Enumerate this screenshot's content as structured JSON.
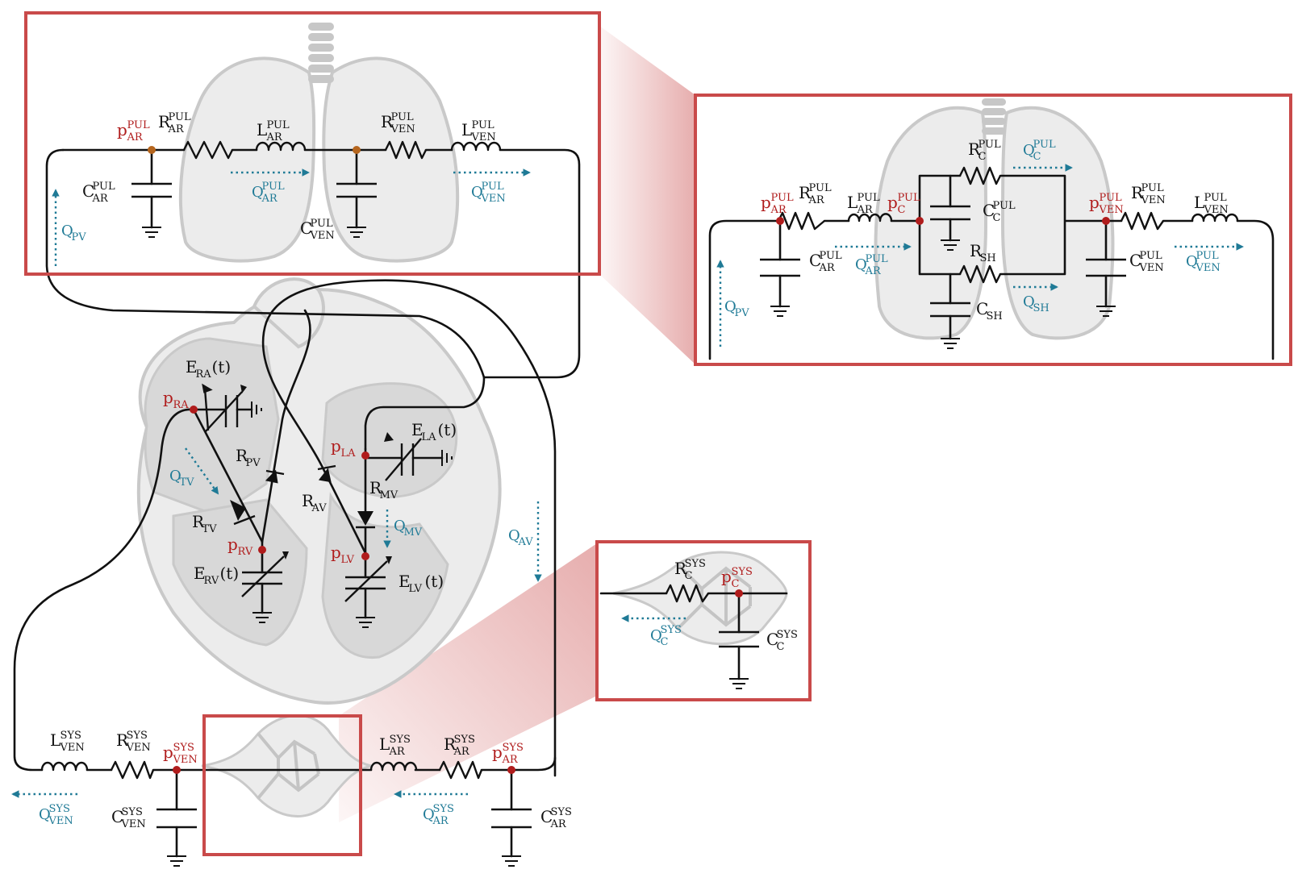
{
  "colors": {
    "wire": "#111111",
    "pressure_node": "#b01c1c",
    "flow": "#1f7a96",
    "zoom_frame": "#c94a4a",
    "organ_fill": "#e8e8e8"
  },
  "pulmonary": {
    "p_AR": {
      "base": "p",
      "sub": "AR",
      "sup": "PUL"
    },
    "R_AR": {
      "base": "R",
      "sub": "AR",
      "sup": "PUL"
    },
    "L_AR": {
      "base": "L",
      "sub": "AR",
      "sup": "PUL"
    },
    "R_VEN": {
      "base": "R",
      "sub": "VEN",
      "sup": "PUL"
    },
    "L_VEN": {
      "base": "L",
      "sub": "VEN",
      "sup": "PUL"
    },
    "C_AR": {
      "base": "C",
      "sub": "AR",
      "sup": "PUL"
    },
    "C_VEN": {
      "base": "C",
      "sub": "VEN",
      "sup": "PUL"
    },
    "Q_AR": {
      "base": "Q",
      "sub": "AR",
      "sup": "PUL"
    },
    "Q_VEN": {
      "base": "Q",
      "sub": "VEN",
      "sup": "PUL"
    },
    "Q_PV": {
      "base": "Q",
      "sub": "PV",
      "sup": ""
    }
  },
  "pulmonary_zoom": {
    "p_AR": {
      "base": "p",
      "sub": "AR",
      "sup": "PUL"
    },
    "R_AR": {
      "base": "R",
      "sub": "AR",
      "sup": "PUL"
    },
    "L_AR": {
      "base": "L",
      "sub": "AR",
      "sup": "PUL"
    },
    "p_C": {
      "base": "p",
      "sub": "C",
      "sup": "PUL"
    },
    "R_C": {
      "base": "R",
      "sub": "C",
      "sup": "PUL"
    },
    "C_C": {
      "base": "C",
      "sub": "C",
      "sup": "PUL"
    },
    "Q_C": {
      "base": "Q",
      "sub": "C",
      "sup": "PUL"
    },
    "R_SH": {
      "base": "R",
      "sub": "SH",
      "sup": ""
    },
    "C_SH": {
      "base": "C",
      "sub": "SH",
      "sup": ""
    },
    "Q_SH": {
      "base": "Q",
      "sub": "SH",
      "sup": ""
    },
    "p_VEN": {
      "base": "p",
      "sub": "VEN",
      "sup": "PUL"
    },
    "R_VEN": {
      "base": "R",
      "sub": "VEN",
      "sup": "PUL"
    },
    "L_VEN": {
      "base": "L",
      "sub": "VEN",
      "sup": "PUL"
    },
    "C_AR": {
      "base": "C",
      "sub": "AR",
      "sup": "PUL"
    },
    "C_VEN": {
      "base": "C",
      "sub": "VEN",
      "sup": "PUL"
    },
    "Q_AR": {
      "base": "Q",
      "sub": "AR",
      "sup": "PUL"
    },
    "Q_VEN": {
      "base": "Q",
      "sub": "VEN",
      "sup": "PUL"
    },
    "Q_PV": {
      "base": "Q",
      "sub": "PV",
      "sup": ""
    }
  },
  "heart": {
    "E_RA": {
      "base": "E",
      "sub": "RA",
      "sup": "",
      "suffix": "(t)"
    },
    "p_RA": {
      "base": "p",
      "sub": "RA",
      "sup": ""
    },
    "Q_TV": {
      "base": "Q",
      "sub": "TV",
      "sup": ""
    },
    "R_TV": {
      "base": "R",
      "sub": "TV",
      "sup": ""
    },
    "R_PV": {
      "base": "R",
      "sub": "PV",
      "sup": ""
    },
    "R_AV": {
      "base": "R",
      "sub": "AV",
      "sup": ""
    },
    "p_RV": {
      "base": "p",
      "sub": "RV",
      "sup": ""
    },
    "E_RV": {
      "base": "E",
      "sub": "RV",
      "sup": "",
      "suffix": "(t)"
    },
    "p_LA": {
      "base": "p",
      "sub": "LA",
      "sup": ""
    },
    "E_LA": {
      "base": "E",
      "sub": "LA",
      "sup": "",
      "suffix": "(t)"
    },
    "R_MV": {
      "base": "R",
      "sub": "MV",
      "sup": ""
    },
    "Q_MV": {
      "base": "Q",
      "sub": "MV",
      "sup": ""
    },
    "p_LV": {
      "base": "p",
      "sub": "LV",
      "sup": ""
    },
    "E_LV": {
      "base": "E",
      "sub": "LV",
      "sup": "",
      "suffix": "(t)"
    },
    "Q_AV": {
      "base": "Q",
      "sub": "AV",
      "sup": ""
    }
  },
  "systemic": {
    "L_VEN": {
      "base": "L",
      "sub": "VEN",
      "sup": "SYS"
    },
    "R_VEN": {
      "base": "R",
      "sub": "VEN",
      "sup": "SYS"
    },
    "p_VEN": {
      "base": "p",
      "sub": "VEN",
      "sup": "SYS"
    },
    "C_VEN": {
      "base": "C",
      "sub": "VEN",
      "sup": "SYS"
    },
    "Q_VEN": {
      "base": "Q",
      "sub": "VEN",
      "sup": "SYS"
    },
    "L_AR": {
      "base": "L",
      "sub": "AR",
      "sup": "SYS"
    },
    "R_AR": {
      "base": "R",
      "sub": "AR",
      "sup": "SYS"
    },
    "p_AR": {
      "base": "p",
      "sub": "AR",
      "sup": "SYS"
    },
    "C_AR": {
      "base": "C",
      "sub": "AR",
      "sup": "SYS"
    },
    "Q_AR": {
      "base": "Q",
      "sub": "AR",
      "sup": "SYS"
    }
  },
  "systemic_zoom": {
    "R_C": {
      "base": "R",
      "sub": "C",
      "sup": "SYS"
    },
    "p_C": {
      "base": "p",
      "sub": "C",
      "sup": "SYS"
    },
    "Q_C": {
      "base": "Q",
      "sub": "C",
      "sup": "SYS"
    },
    "C_C": {
      "base": "C",
      "sub": "C",
      "sup": "SYS"
    }
  }
}
